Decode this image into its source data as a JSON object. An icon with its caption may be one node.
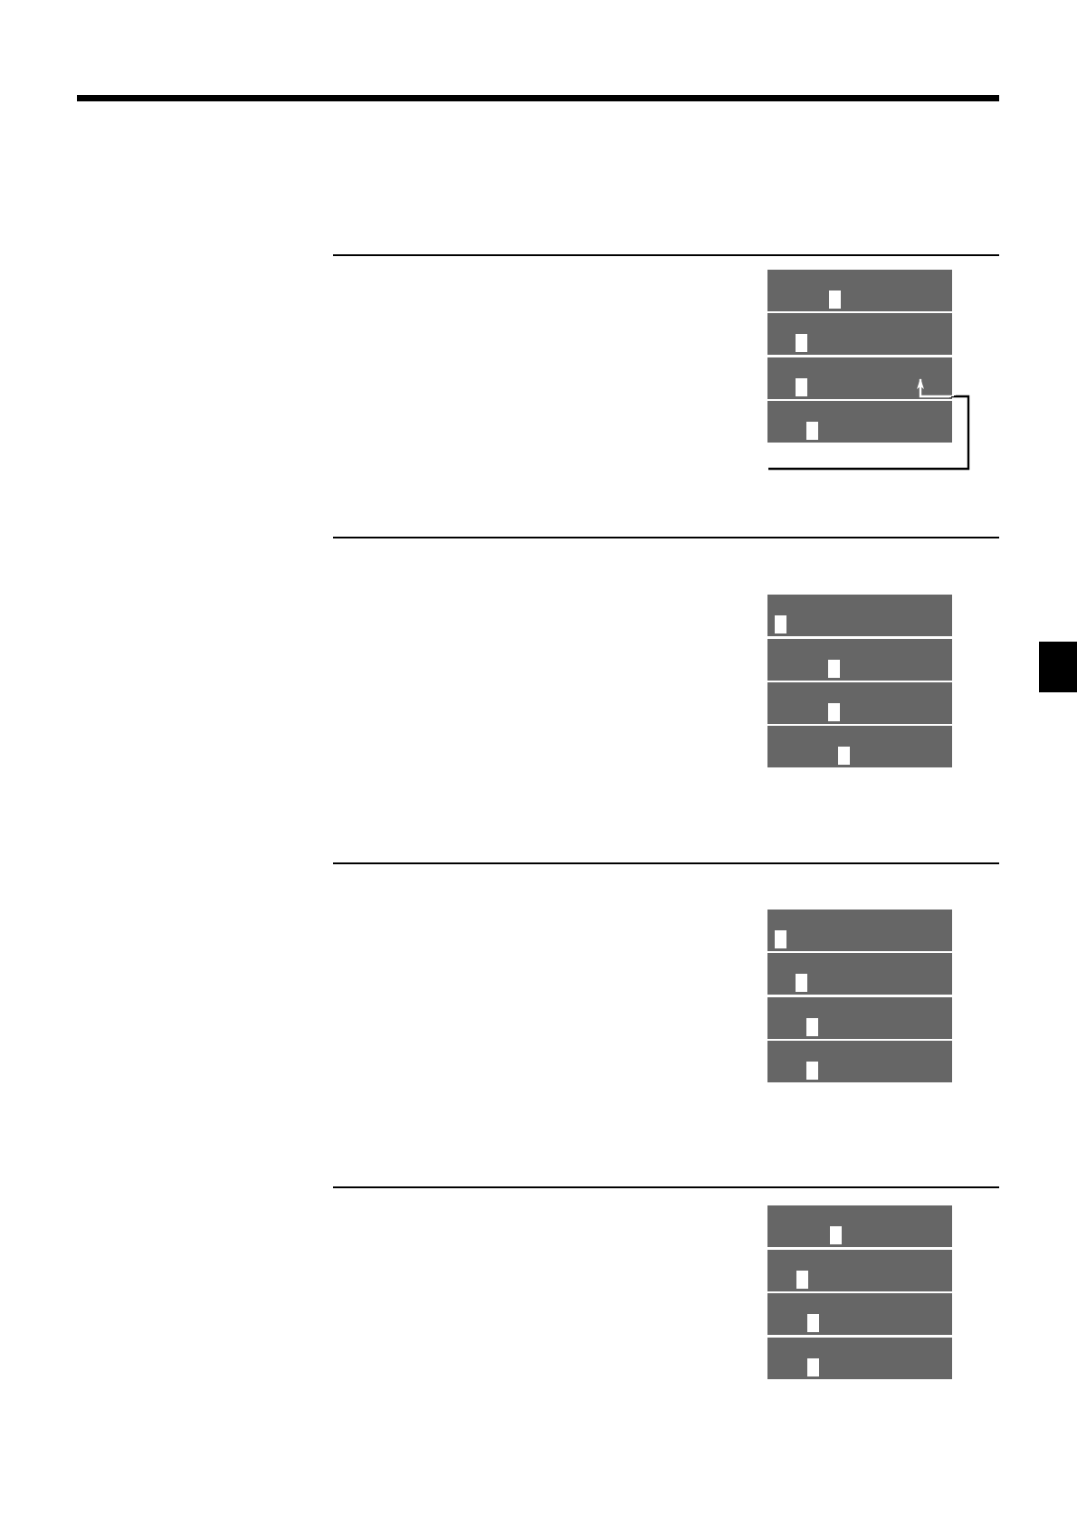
{
  "diagram": {
    "nodes": [
      {
        "text": [],
        "shape": "box"
      },
      {
        "text": [],
        "shape": "box"
      },
      {
        "text": [],
        "shape": "box"
      },
      {
        "text": [],
        "shape": "box"
      },
      {
        "text": [],
        "shape": "box"
      },
      {
        "text": [],
        "shape": "box"
      },
      {
        "text": [],
        "shape": "box"
      },
      {
        "text": [],
        "shape": "box"
      },
      {
        "text": [],
        "shape": "box"
      },
      {
        "text": [],
        "shape": "box"
      },
      {
        "text": [],
        "shape": "box"
      },
      {
        "text": [],
        "shape": "box"
      },
      {
        "text": [],
        "shape": "box"
      },
      {
        "text": [],
        "shape": "box"
      },
      {
        "text": [],
        "shape": "box"
      },
      {
        "text": [],
        "shape": "box"
      }
    ],
    "edges": [
      {
        "from": null,
        "to": 2,
        "arrow": "to"
      }
    ]
  }
}
